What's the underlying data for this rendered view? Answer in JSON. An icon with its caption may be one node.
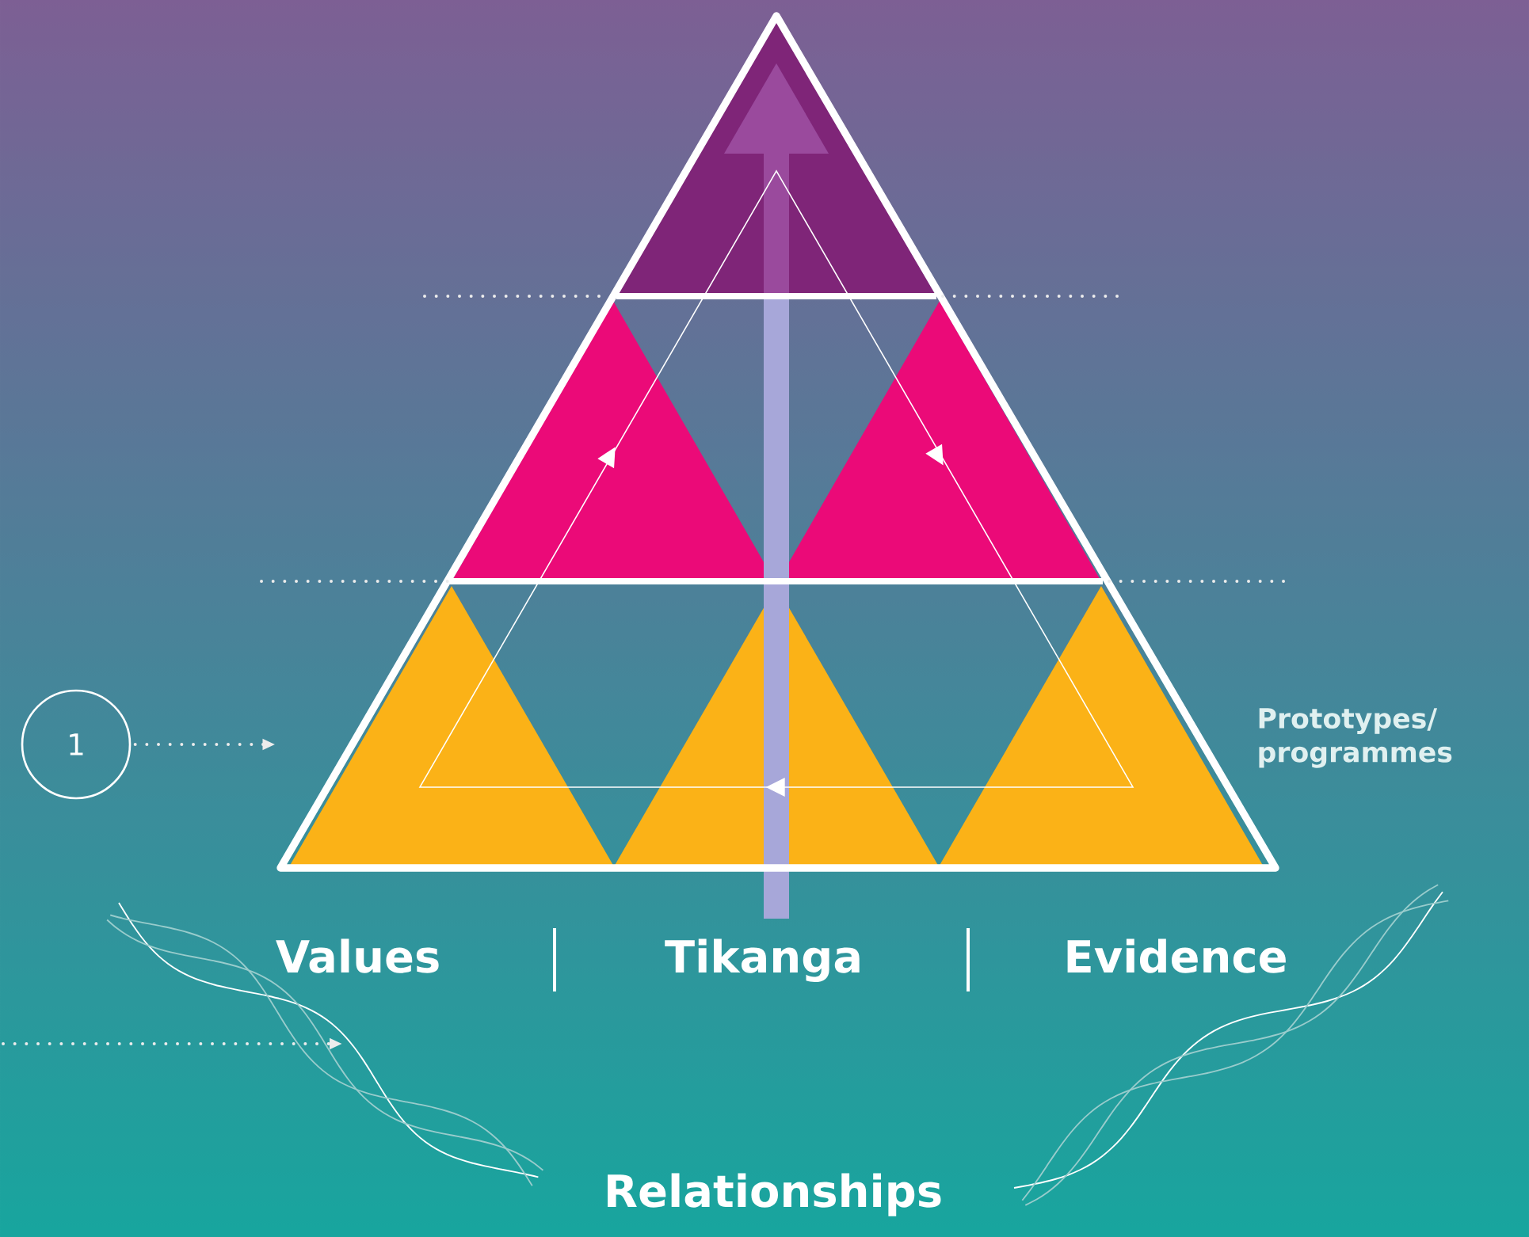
{
  "diagram": {
    "nodes": [
      {
        "text": [
          "1"
        ]
      },
      {
        "text": [],
        "shape": "triangle"
      }
    ],
    "edges": [
      {
        "from": 0,
        "to": 1,
        "arrow": "to"
      }
    ],
    "labels": [
      "Prototypes/ programmes",
      "Values",
      "Tikanga",
      "Evidence",
      "Relationships"
    ]
  }
}
